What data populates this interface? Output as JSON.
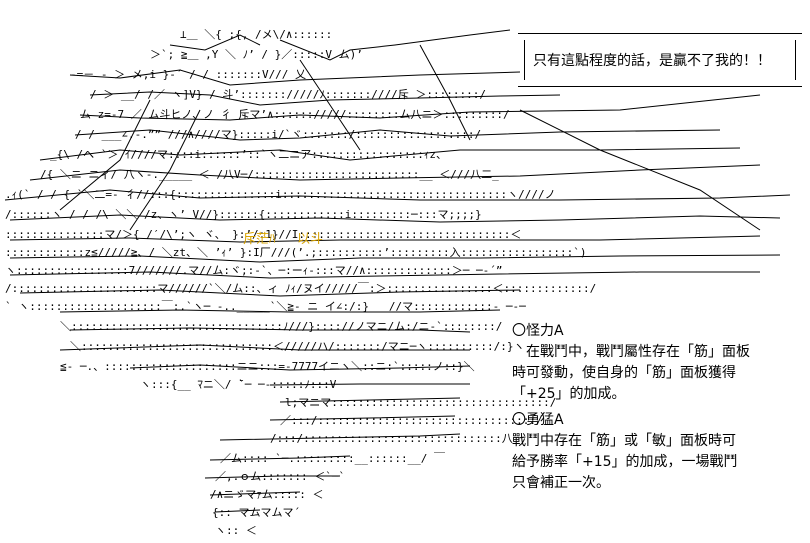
{
  "speech": {
    "text": "只有這點程度的話，是贏不了我的！！"
  },
  "skills": [
    {
      "title": "〇怪力A",
      "lines": [
        "　在戰鬥中，戰鬥屬性存在「筋」面板",
        "時可發動，使自身的「筋」面板獲得",
        "「+25」的加成。"
      ]
    },
    {
      "title": "〇勇猛A",
      "lines": [
        "戰鬥中存在「筋」或「敏」面板時可",
        "給予勝率「+15」的加成，一場戰鬥",
        "只會補正一次。"
      ]
    }
  ],
  "stamps": {
    "left": "斥茫ﾊ",
    "right": "以斗"
  },
  "colors": {
    "stamp": "#d9a400",
    "ink": "#000000",
    "background": "#ffffff"
  }
}
